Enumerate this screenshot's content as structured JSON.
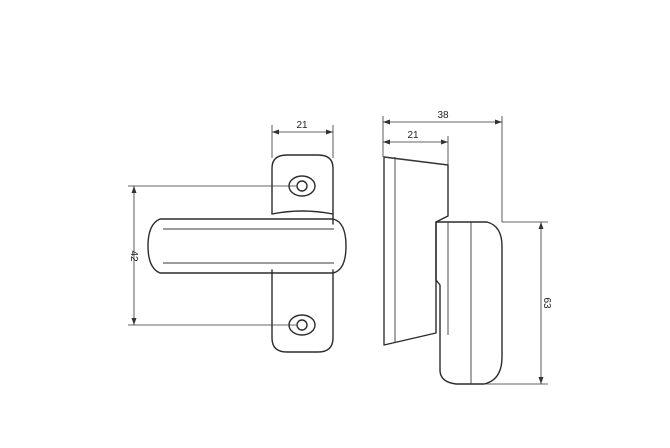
{
  "dimensions": {
    "front_width": "21",
    "hole_spacing": "42",
    "side_total_width": "38",
    "side_base_width": "21",
    "side_height": "63"
  }
}
